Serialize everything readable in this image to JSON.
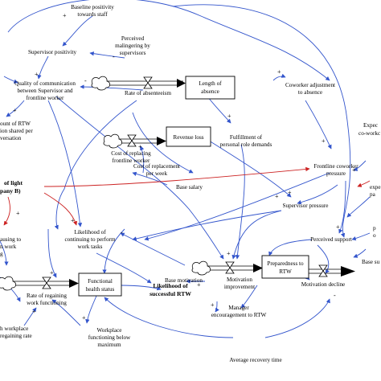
{
  "stocks": {
    "length_of_absence": [
      "Length of",
      "absence"
    ],
    "revenue_loss": [
      "Revenue loss"
    ],
    "preparedness_to_rtw": [
      "Preparedness to",
      "RTW"
    ],
    "functional_health_status": [
      "Functional",
      "health status"
    ]
  },
  "variables": {
    "baseline_positivity": [
      "Baseline positivity",
      "towards staff"
    ],
    "perceived_malingering": [
      "Perceived",
      "malingering by",
      "supervisors"
    ],
    "supervisor_positivity": [
      "Supervisor positivity"
    ],
    "quality_of_communication": [
      "Quality of communication",
      "between Supervisor and",
      "frontline worker"
    ],
    "rate_of_absenteeism": [
      "Rate of absenteeism"
    ],
    "coworker_adjustment": [
      "Coworker adjustment",
      "to absence"
    ],
    "amount_of_rtw": [
      "ount of RTW",
      "ion shared per",
      "versation"
    ],
    "cost_of_replacing": [
      "Cost of replacing",
      "frontline worker"
    ],
    "cost_of_replacement_per_week": [
      "Cost of replacement",
      "per week"
    ],
    "fulfillment_of_role": [
      "Fulfillment of",
      "personal role demands"
    ],
    "expected_coworker": [
      "Expec",
      "co-workc"
    ],
    "frontline_coworker_pressure": [
      "Frontline coworker",
      "pressure"
    ],
    "of_light_company": [
      "of light",
      "pany B)"
    ],
    "base_salary": [
      "Base salary"
    ],
    "expected_right": [
      "expe",
      "pa"
    ],
    "supervisor_pressure": [
      "Supervisor pressure"
    ],
    "causing_rtw": [
      "ausing to",
      "n work",
      "g"
    ],
    "likelihood_continuing": [
      "Likelihood of",
      "continuing to perform",
      "work tasks"
    ],
    "perceived_support": [
      "Perceived support"
    ],
    "p_right": [
      "p",
      "o"
    ],
    "base_support": [
      "Base su"
    ],
    "motivation_improvement": [
      "Motivation",
      "improvement"
    ],
    "base_motivation": [
      "Base motivation"
    ],
    "motivation_decline": [
      "Motivation decline"
    ],
    "rate_of_regaining": [
      "Rate of regaining",
      "work functioning"
    ],
    "likelihood_successful_rtw": [
      "Likelihood of",
      "successful RTW"
    ],
    "manager_encouragement": [
      "Manager",
      "encouragement to RTW"
    ],
    "workplace_regaining_rate": [
      "h workplace",
      "regaining rate"
    ],
    "workplace_functioning_below": [
      "Workplace",
      "functioning below",
      "maximum"
    ],
    "average_recovery_time": [
      "Average recovery time"
    ]
  },
  "polarity": {
    "plus": "+",
    "minus": "-"
  }
}
